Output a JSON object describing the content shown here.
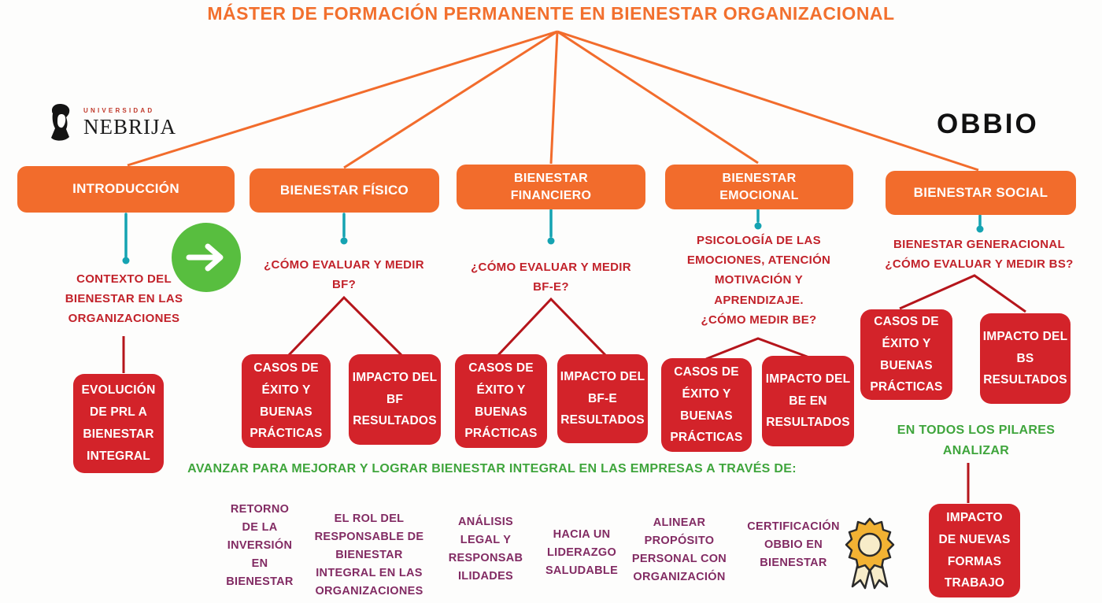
{
  "title": "MÁSTER DE FORMACIÓN PERMANENTE EN BIENESTAR ORGANIZACIONAL",
  "logos": {
    "nebrija_top": "UNIVERSIDAD",
    "nebrija_name": "NEBRIJA",
    "obbio": "OBBIO"
  },
  "colors": {
    "orange": "#f26c2c",
    "red_box": "#d3232a",
    "red_text": "#c2222a",
    "dark_red_line": "#b5151b",
    "teal": "#15a3b2",
    "green_circle": "#58be3f",
    "green_text": "#3fa53c",
    "purple": "#822b63",
    "gold": "#f2b233"
  },
  "pillars": [
    {
      "label": "INTRODUCCIÓN",
      "note": "CONTEXTO DEL\nBIENESTAR EN LAS\nORGANIZACIONES",
      "boxes": [
        "EVOLUCIÓN\nDE PRL A\nBIENESTAR\nINTEGRAL"
      ]
    },
    {
      "label": "BIENESTAR FÍSICO",
      "note": "¿CÓMO EVALUAR Y MEDIR\nBF?",
      "boxes": [
        "CASOS DE\nÉXITO Y\nBUENAS\nPRÁCTICAS",
        "IMPACTO DEL\nBF\nRESULTADOS"
      ]
    },
    {
      "label": "BIENESTAR\nFINANCIERO",
      "note": "¿CÓMO EVALUAR Y MEDIR\nBF-E?",
      "boxes": [
        "CASOS DE\nÉXITO Y\nBUENAS\nPRÁCTICAS",
        "IMPACTO DEL\nBF-E\nRESULTADOS"
      ]
    },
    {
      "label": "BIENESTAR\nEMOCIONAL",
      "note": "PSICOLOGÍA DE LAS\nEMOCIONES, ATENCIÓN\nMOTIVACIÓN Y\nAPRENDIZAJE.\n¿CÓMO MEDIR BE?",
      "boxes": [
        "CASOS DE\nÉXITO Y\nBUENAS\nPRÁCTICAS",
        "IMPACTO DEL\nBE EN\nRESULTADOS"
      ]
    },
    {
      "label": "BIENESTAR SOCIAL",
      "note": "BIENESTAR GENERACIONAL\n¿CÓMO EVALUAR Y MEDIR BS?",
      "boxes": [
        "CASOS DE\nÉXITO Y\nBUENAS\nPRÁCTICAS",
        "IMPACTO DEL\nBS\nRESULTADOS"
      ]
    }
  ],
  "pilares_note": "EN TODOS LOS PILARES\nANALIZAR",
  "nuevas_formas_box": "IMPACTO\nDE NUEVAS\nFORMAS\nTRABAJO",
  "banner": "AVANZAR PARA MEJORAR Y LOGRAR BIENESTAR INTEGRAL EN LAS EMPRESAS A TRAVÉS DE:",
  "bottom_items": [
    "RETORNO\nDE LA\nINVERSIÓN\nEN\nBIENESTAR",
    "EL ROL DEL\nRESPONSABLE DE\nBIENESTAR\nINTEGRAL EN LAS\nORGANIZACIONES",
    "ANÁLISIS\nLEGAL Y\nRESPONSAB\nILIDADES",
    "HACIA UN\nLIDERAZGO\nSALUDABLE",
    "ALINEAR\nPROPÓSITO\nPERSONAL CON\nORGANIZACIÓN",
    "CERTIFICACIÓN\nOBBIO EN\nBIENESTAR"
  ]
}
